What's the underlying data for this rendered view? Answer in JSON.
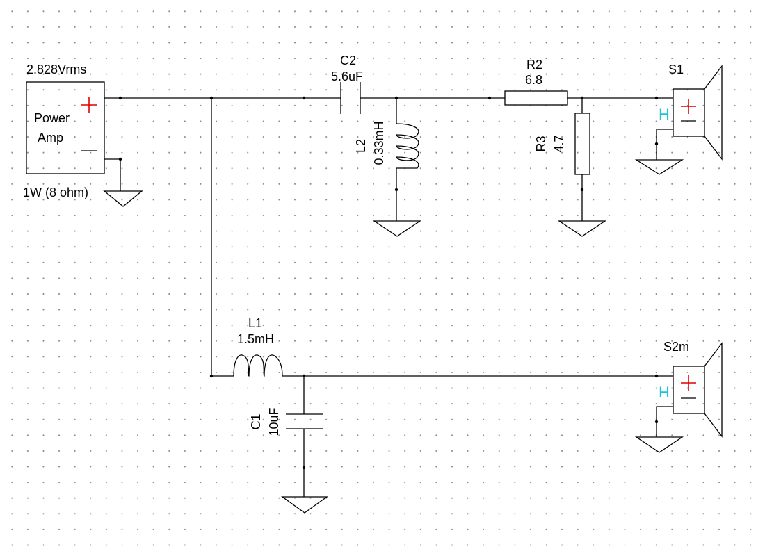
{
  "source": {
    "voltage": "2.828Vrms",
    "name_line1": "Power",
    "name_line2": "Amp",
    "power": "1W (8 ohm)"
  },
  "components": {
    "c2": {
      "ref": "C2",
      "value": "5.6uF"
    },
    "l2": {
      "ref": "L2",
      "value": "0.33mH"
    },
    "r2": {
      "ref": "R2",
      "value": "6.8"
    },
    "r3": {
      "ref": "R3",
      "value": "4.7"
    },
    "l1": {
      "ref": "L1",
      "value": "1.5mH"
    },
    "c1": {
      "ref": "C1",
      "value": "10uF"
    }
  },
  "speakers": {
    "s1": {
      "ref": "S1",
      "marker": "H"
    },
    "s2": {
      "ref": "S2m",
      "marker": "H"
    }
  },
  "colors": {
    "wire": "#000000",
    "polarity_plus": "#e00000",
    "hf_marker": "#19c6d8",
    "grid_dot": "#8a8a8a"
  }
}
